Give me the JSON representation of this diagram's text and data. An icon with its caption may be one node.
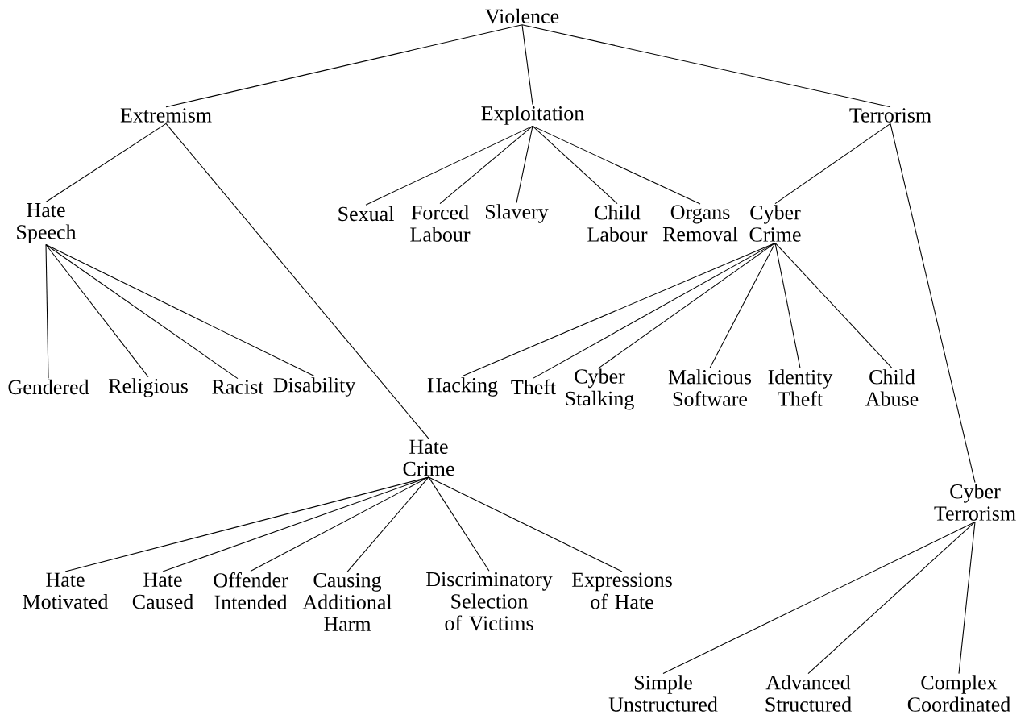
{
  "diagram": {
    "nodes": [
      {
        "text": [
          "Violence"
        ]
      },
      {
        "text": [
          "Extremism"
        ]
      },
      {
        "text": [
          "Exploitation"
        ]
      },
      {
        "text": [
          "Terrorism"
        ]
      },
      {
        "text": [
          "Hate Speech"
        ]
      },
      {
        "text": [
          "Sexual"
        ]
      },
      {
        "text": [
          "Forced Labour"
        ]
      },
      {
        "text": [
          "Slavery"
        ]
      },
      {
        "text": [
          "Child Labour"
        ]
      },
      {
        "text": [
          "Organs Removal"
        ]
      },
      {
        "text": [
          "Cyber Crime"
        ]
      },
      {
        "text": [
          "Gendered"
        ]
      },
      {
        "text": [
          "Religious"
        ]
      },
      {
        "text": [
          "Racist"
        ]
      },
      {
        "text": [
          "Disability"
        ]
      },
      {
        "text": [
          "Hacking"
        ]
      },
      {
        "text": [
          "Theft"
        ]
      },
      {
        "text": [
          "Cyber Stalking"
        ]
      },
      {
        "text": [
          "Malicious Software"
        ]
      },
      {
        "text": [
          "Identity Theft"
        ]
      },
      {
        "text": [
          "Child Abuse"
        ]
      },
      {
        "text": [
          "Hate Crime"
        ]
      },
      {
        "text": [
          "Cyber Terrorism"
        ]
      },
      {
        "text": [
          "Hate Motivated"
        ]
      },
      {
        "text": [
          "Hate Caused"
        ]
      },
      {
        "text": [
          "Offender Intended"
        ]
      },
      {
        "text": [
          "Causing Additional Harm"
        ]
      },
      {
        "text": [
          "Discriminatory Selection of Victims"
        ]
      },
      {
        "text": [
          "Expressions of Hate"
        ]
      },
      {
        "text": [
          "Simple Unstructured"
        ]
      },
      {
        "text": [
          "Advanced Structured"
        ]
      },
      {
        "text": [
          "Complex Coordinated"
        ]
      }
    ],
    "edges": [
      {
        "from": 0,
        "to": 1,
        "arrow": "none"
      },
      {
        "from": 0,
        "to": 2,
        "arrow": "none"
      },
      {
        "from": 0,
        "to": 3,
        "arrow": "none"
      },
      {
        "from": 1,
        "to": 4,
        "arrow": "none"
      },
      {
        "from": 1,
        "to": 21,
        "arrow": "none"
      },
      {
        "from": 2,
        "to": 5,
        "arrow": "none"
      },
      {
        "from": 2,
        "to": 6,
        "arrow": "none"
      },
      {
        "from": 2,
        "to": 7,
        "arrow": "none"
      },
      {
        "from": 2,
        "to": 8,
        "arrow": "none"
      },
      {
        "from": 2,
        "to": 9,
        "arrow": "none"
      },
      {
        "from": 3,
        "to": 10,
        "arrow": "none"
      },
      {
        "from": 3,
        "to": 22,
        "arrow": "none"
      },
      {
        "from": 4,
        "to": 11,
        "arrow": "none"
      },
      {
        "from": 4,
        "to": 12,
        "arrow": "none"
      },
      {
        "from": 4,
        "to": 13,
        "arrow": "none"
      },
      {
        "from": 4,
        "to": 14,
        "arrow": "none"
      },
      {
        "from": 10,
        "to": 15,
        "arrow": "none"
      },
      {
        "from": 10,
        "to": 16,
        "arrow": "none"
      },
      {
        "from": 10,
        "to": 17,
        "arrow": "none"
      },
      {
        "from": 10,
        "to": 18,
        "arrow": "none"
      },
      {
        "from": 10,
        "to": 19,
        "arrow": "none"
      },
      {
        "from": 10,
        "to": 20,
        "arrow": "none"
      },
      {
        "from": 21,
        "to": 23,
        "arrow": "none"
      },
      {
        "from": 21,
        "to": 24,
        "arrow": "none"
      },
      {
        "from": 21,
        "to": 25,
        "arrow": "none"
      },
      {
        "from": 21,
        "to": 26,
        "arrow": "none"
      },
      {
        "from": 21,
        "to": 27,
        "arrow": "none"
      },
      {
        "from": 21,
        "to": 28,
        "arrow": "none"
      },
      {
        "from": 22,
        "to": 29,
        "arrow": "none"
      },
      {
        "from": 22,
        "to": 30,
        "arrow": "none"
      },
      {
        "from": 22,
        "to": 31,
        "arrow": "none"
      }
    ]
  }
}
